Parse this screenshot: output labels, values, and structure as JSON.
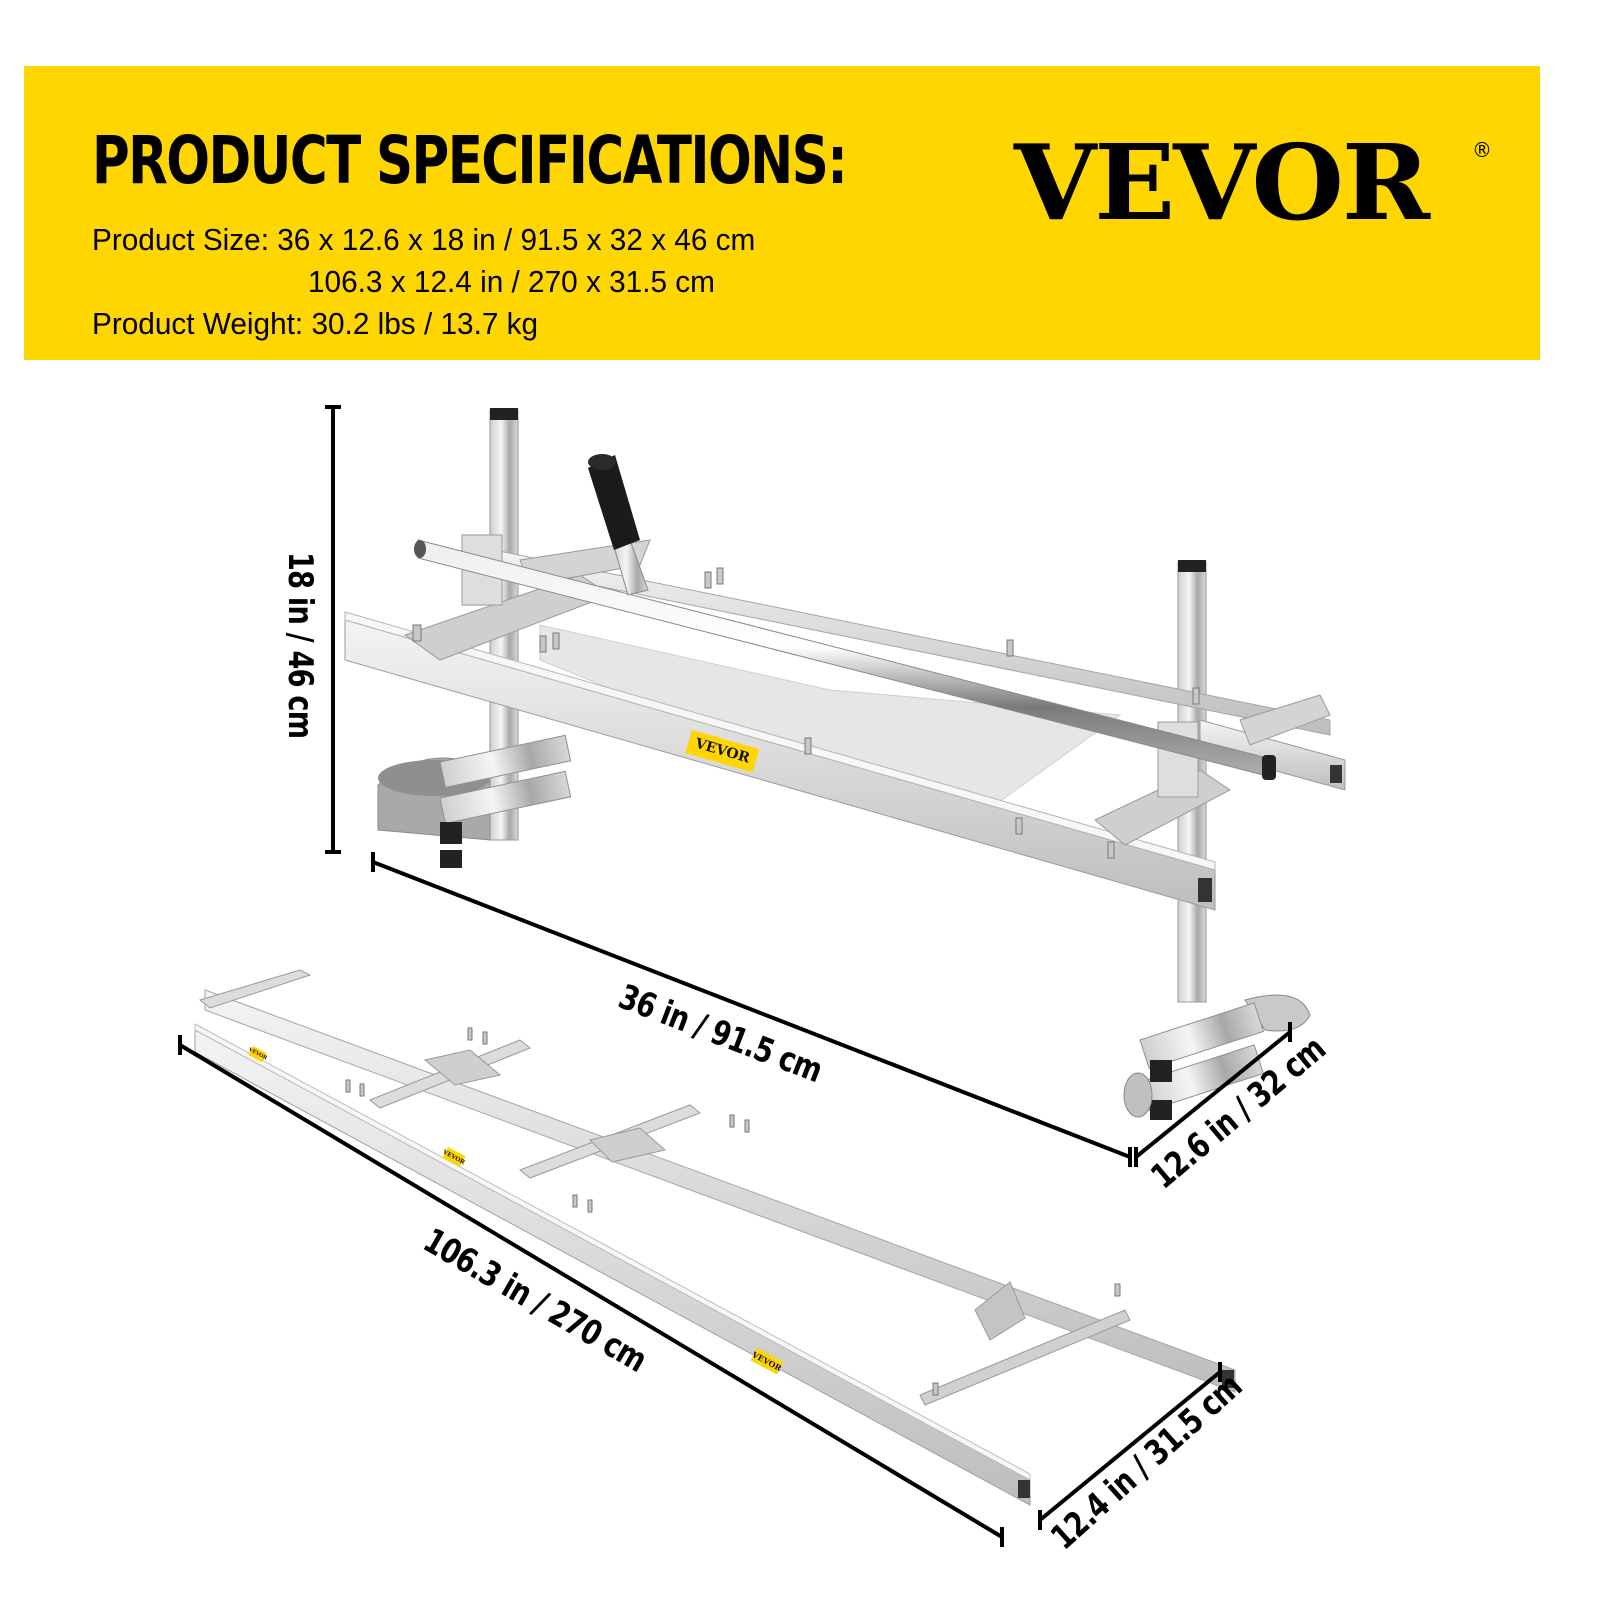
{
  "header": {
    "title": "PRODUCT SPECIFICATIONS:",
    "brand": "VEVOR",
    "brand_mark": "®",
    "background_color": "#FFD600"
  },
  "specs": {
    "size_line_1": "Product Size: 36 x 12.6 x 18 in / 91.5 x 32 x 46 cm",
    "size_line_2": "106.3 x 12.4 in / 270 x 31.5 cm",
    "weight_line": "Product Weight: 30.2 lbs / 13.7 kg"
  },
  "dimensions": {
    "height": "18 in / 46 cm",
    "length_assembled": "36 in / 91.5 cm",
    "width_assembled": "12.6 in / 32 cm",
    "length_rail": "106.3 in / 270 cm",
    "width_rail": "12.4 in / 31.5 cm"
  },
  "product_tags": {
    "main": "VEVOR",
    "rail_1": "VEVOR",
    "rail_2": "VEVOR",
    "rail_3": "VEVOR"
  },
  "illustrations": [
    {
      "name": "chainsaw-mill-assembled",
      "description": "Aluminum chainsaw mill frame with handle, posts and clamps"
    },
    {
      "name": "guide-rail-kit",
      "description": "Extended aluminum guide rail with cross brackets"
    }
  ]
}
